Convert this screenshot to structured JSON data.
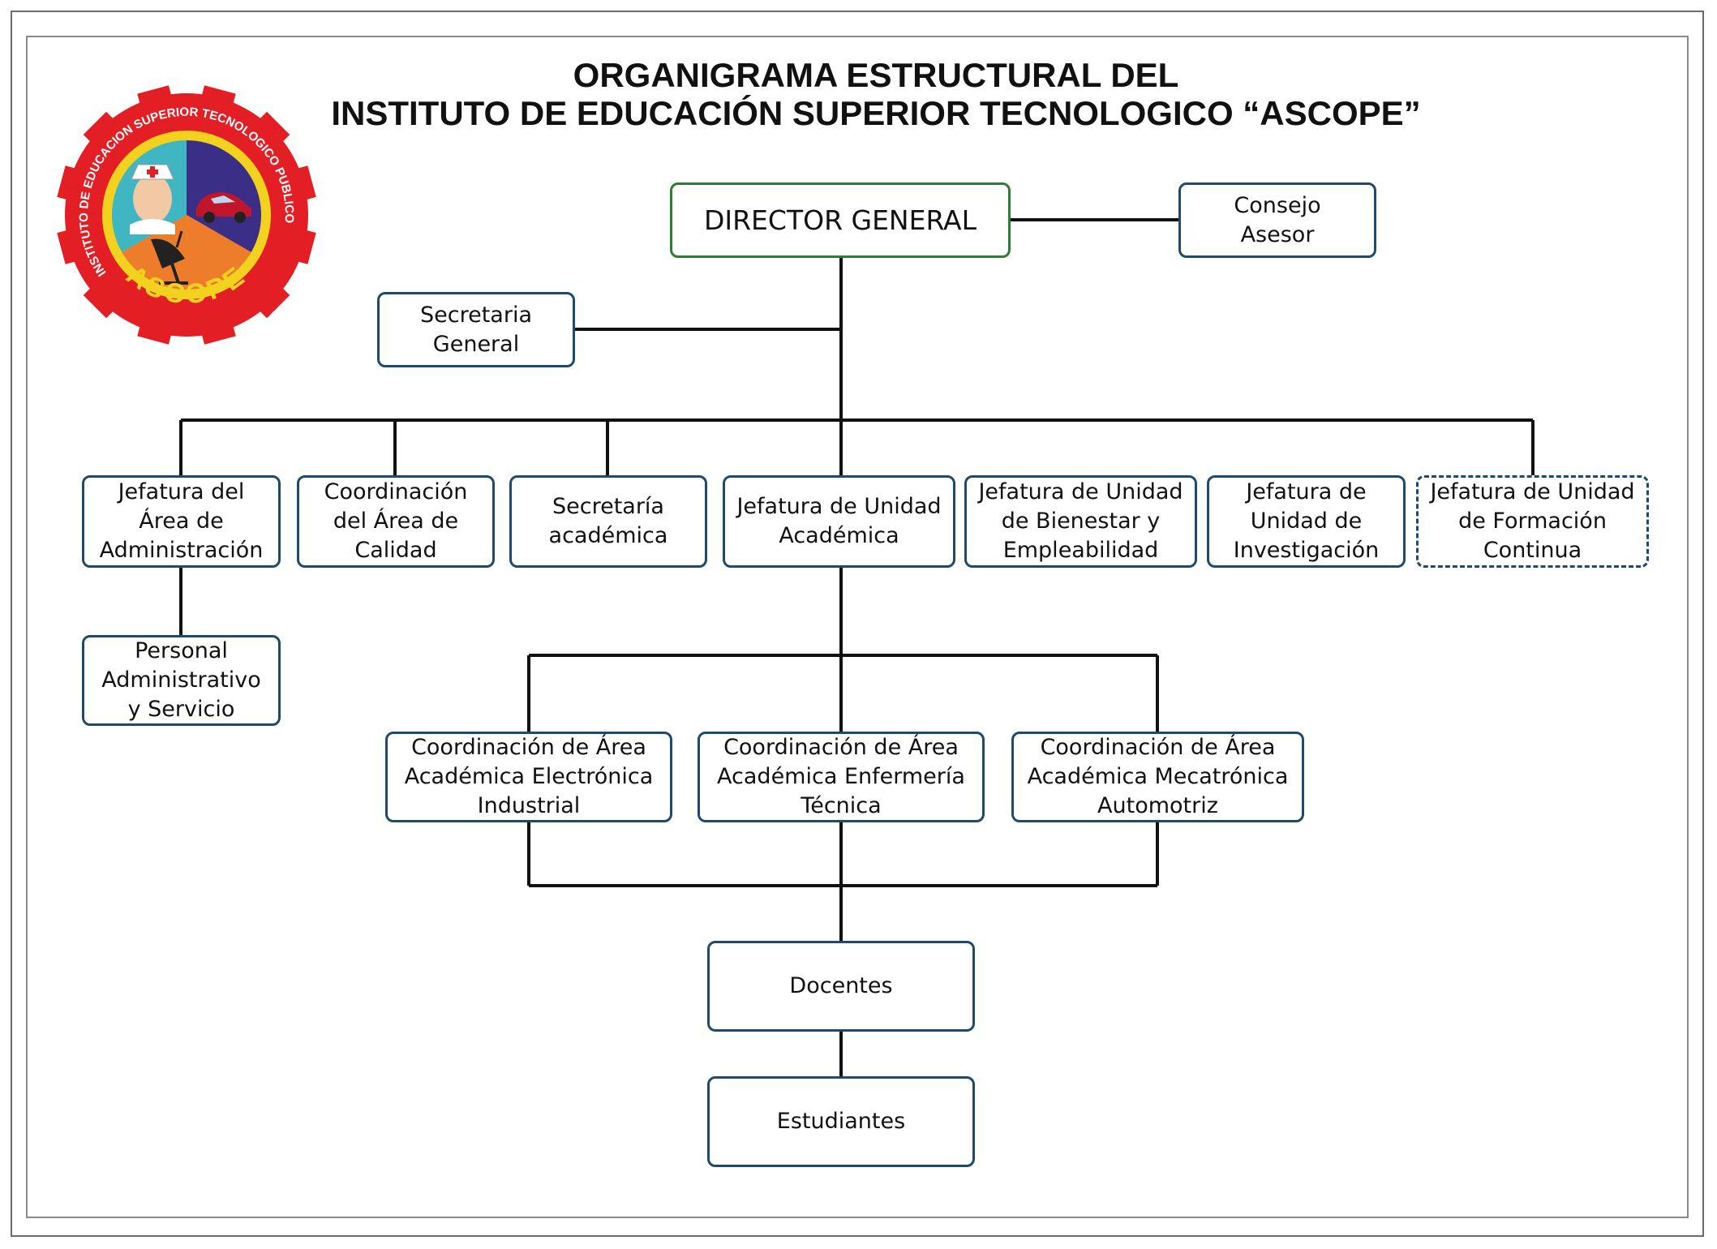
{
  "title": {
    "line1": "ORGANIGRAMA ESTRUCTURAL DEL",
    "line2": "INSTITUTO DE EDUCACIÓN  SUPERIOR TECNOLOGICO “ASCOPE”"
  },
  "logo": {
    "ring_text": "INSTITUTO DE EDUCACION SUPERIOR TECNOLOGICO PUBLICO",
    "name": "ASCOPE"
  },
  "nodes": {
    "director": "DIRECTOR GENERAL",
    "consejo": "Consejo\nAsesor",
    "secretaria_general": "Secretaria\nGeneral",
    "jef_administracion": "Jefatura del\nÁrea de\nAdministración",
    "coord_calidad": "Coordinación\ndel Área de\nCalidad",
    "secretaria_academica": "Secretaría\nacadémica",
    "jef_academica": "Jefatura de Unidad\nAcadémica",
    "jef_bienestar": "Jefatura de Unidad\nde Bienestar y\nEmpleabilidad",
    "jef_investigacion": "Jefatura de\nUnidad de\nInvestigación",
    "jef_formacion": "Jefatura de Unidad\nde Formación\nContinua",
    "personal_admin": "Personal\nAdministrativo\ny Servicio",
    "coord_electronica": "Coordinación de Área\nAcadémica Electrónica\nIndustrial",
    "coord_enfermeria": "Coordinación de Área\nAcadémica Enfermería\nTécnica",
    "coord_mecatronica": "Coordinación de Área\nAcadémica Mecatrónica\nAutomotriz",
    "docentes": "Docentes",
    "estudiantes": "Estudiantes"
  },
  "colors": {
    "box_border": "#1e4a6c",
    "director_border": "#2e7d32",
    "gear_red": "#e31e24",
    "logo_cyan": "#3fb6c2",
    "logo_purple": "#3b2e86",
    "logo_orange": "#ee7d2b",
    "logo_yellow": "#f2d21f"
  }
}
